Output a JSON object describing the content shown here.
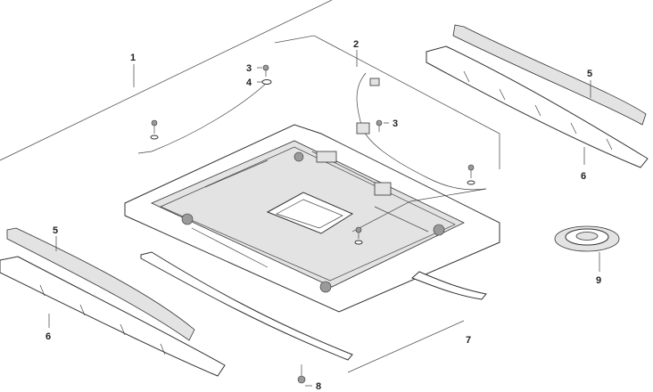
{
  "callouts": [
    {
      "id": "c1",
      "label": "1"
    },
    {
      "id": "c2",
      "label": "2"
    },
    {
      "id": "c3a",
      "label": "3"
    },
    {
      "id": "c3b",
      "label": "3"
    },
    {
      "id": "c4",
      "label": "4"
    },
    {
      "id": "c5a",
      "label": "5"
    },
    {
      "id": "c5b",
      "label": "5"
    },
    {
      "id": "c6a",
      "label": "6"
    },
    {
      "id": "c6b",
      "label": "6"
    },
    {
      "id": "c7",
      "label": "7"
    },
    {
      "id": "c8",
      "label": "8"
    },
    {
      "id": "c9",
      "label": "9"
    }
  ]
}
